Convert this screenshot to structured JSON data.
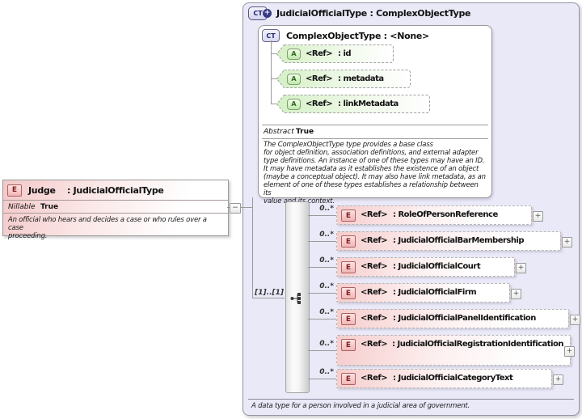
{
  "judge_element": {
    "badge": "E",
    "name": "Judge",
    "type": ": JudicialOfficialType",
    "facet": {
      "label": "Nillable",
      "value": "True"
    },
    "annotation": "An official who hears and decides a case or who rules over a case\nproceeding."
  },
  "type_panel": {
    "badge": "CT",
    "title": "JudicialOfficialType : ComplexObjectType",
    "base_type": {
      "badge": "CT",
      "title": "ComplexObjectType : <None>",
      "attributes": [
        {
          "badge": "A",
          "ref": "<Ref>",
          "name": ": id"
        },
        {
          "badge": "A",
          "ref": "<Ref>",
          "name": ": metadata"
        },
        {
          "badge": "A",
          "ref": "<Ref>",
          "name": ": linkMetadata"
        }
      ],
      "facet": {
        "label": "Abstract",
        "value": "True"
      },
      "annotation": "The ComplexObjectType type provides a base class\nfor object definition, association definitions, and external adapter\ntype definitions. An instance of one of these types may have an ID.\nIt may have metadata as it establishes the existence of an object\n(maybe a conceptual object). It may also have link metadata, as an\nelement of one of these types establishes a relationship between its\nvalue and its context."
    },
    "compositor": {
      "cardinality": "[1]..[1]"
    },
    "elements": [
      {
        "badge": "E",
        "cardinality": "0..*",
        "ref": "<Ref>",
        "name": ": RoleOfPersonReference"
      },
      {
        "badge": "E",
        "cardinality": "0..*",
        "ref": "<Ref>",
        "name": ": JudicialOfficialBarMembership"
      },
      {
        "badge": "E",
        "cardinality": "0..*",
        "ref": "<Ref>",
        "name": ": JudicialOfficialCourt"
      },
      {
        "badge": "E",
        "cardinality": "0..*",
        "ref": "<Ref>",
        "name": ": JudicialOfficialFirm"
      },
      {
        "badge": "E",
        "cardinality": "0..*",
        "ref": "<Ref>",
        "name": ": JudicialOfficialPanelIdentification"
      },
      {
        "badge": "E",
        "cardinality": "0..*",
        "ref": "<Ref>",
        "name": ": JudicialOfficialRegistrationIdentification"
      },
      {
        "badge": "E",
        "cardinality": "0..*",
        "ref": "<Ref>",
        "name": ": JudicialOfficialCategoryText"
      }
    ],
    "annotation": "A data type for a person involved in a judicial area of government."
  },
  "icons": {
    "expand": "+",
    "collapse": "−",
    "extension": "+"
  },
  "colors": {
    "panel_bg": "#e9e9f8",
    "element_pink": "#f6cdcd",
    "attribute_green": "#bfe8ac",
    "badge_navy": "#383a85"
  }
}
